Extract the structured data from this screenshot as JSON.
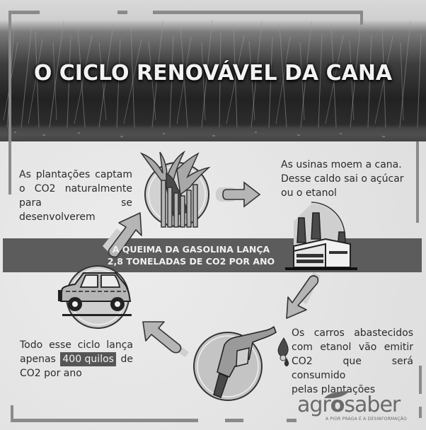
{
  "title": "O CICLO RENOVÁVEL DA CANA",
  "steps": {
    "plants": {
      "lines": [
        "As plantações captam",
        "o CO2 naturalmente",
        "para se desenvolverem"
      ],
      "icon": "sugarcane-icon"
    },
    "mills": {
      "lines": [
        "As usinas moem a cana.",
        "Desse caldo sai o açúcar",
        "ou o etanol"
      ],
      "icon": "factory-icon"
    },
    "cars_ethanol": {
      "lines": [
        "Os carros abastecidos",
        "com etanol vão emitir",
        "CO2 que será consumido",
        "pelas plantações"
      ],
      "icon": "fuel-nozzle-icon"
    },
    "cycle_total": {
      "line1": "Todo esse ciclo lança",
      "line2_before": "apenas",
      "line2_highlight": "400 quilos",
      "line2_after": "de",
      "line3": "CO2 por ano",
      "icon": "car-icon"
    }
  },
  "banner": {
    "line1": "A QUEIMA DA GASOLINA LANÇA",
    "line2": "2,8 TONELADAS DE CO2 POR ANO"
  },
  "logo": {
    "word_regular_1": "agr",
    "word_bold": "o",
    "word_regular_2": "saber",
    "tagline": "A PIOR PRAGA É A DESINFORMAÇÃO"
  },
  "colors": {
    "banner": "#5c5c5c",
    "text": "#2b2b2b",
    "icon_fill": "#a8a8a8",
    "icon_dark": "#4a4a4a"
  }
}
